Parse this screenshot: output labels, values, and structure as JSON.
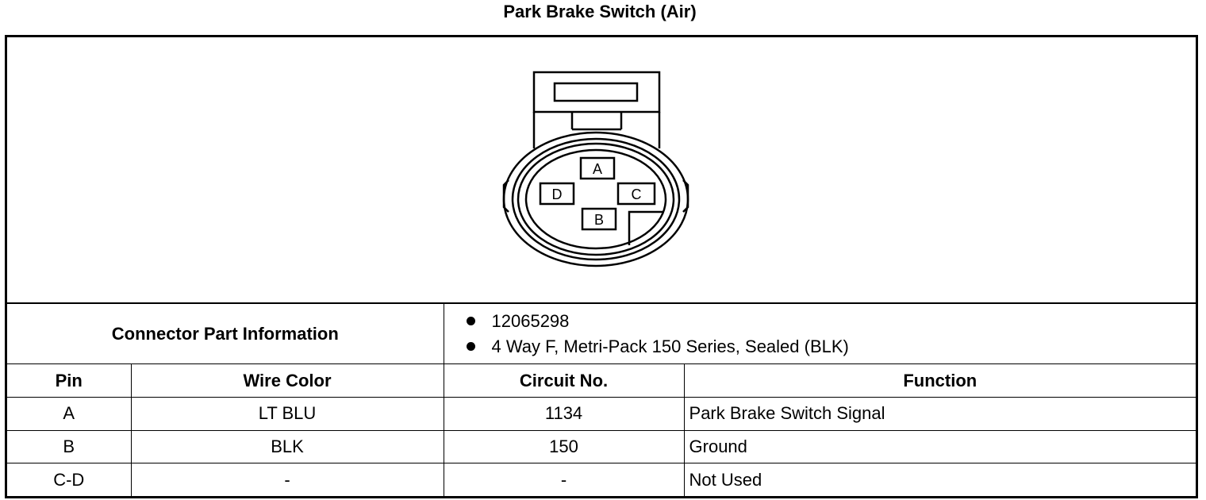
{
  "title": "Park Brake Switch (Air)",
  "connector": {
    "pin_labels": {
      "a": "A",
      "b": "B",
      "c": "C",
      "d": "D"
    }
  },
  "part_info": {
    "label": "Connector Part Information",
    "items": [
      "12065298",
      "4 Way F, Metri-Pack 150 Series, Sealed (BLK)"
    ]
  },
  "table": {
    "headers": {
      "pin": "Pin",
      "wire_color": "Wire Color",
      "circuit": "Circuit No.",
      "function": "Function"
    },
    "rows": [
      {
        "pin": "A",
        "wire_color": "LT BLU",
        "circuit": "1134",
        "function": "Park Brake Switch Signal"
      },
      {
        "pin": "B",
        "wire_color": "BLK",
        "circuit": "150",
        "function": "Ground"
      },
      {
        "pin": "C-D",
        "wire_color": "-",
        "circuit": "-",
        "function": "Not Used"
      }
    ]
  }
}
